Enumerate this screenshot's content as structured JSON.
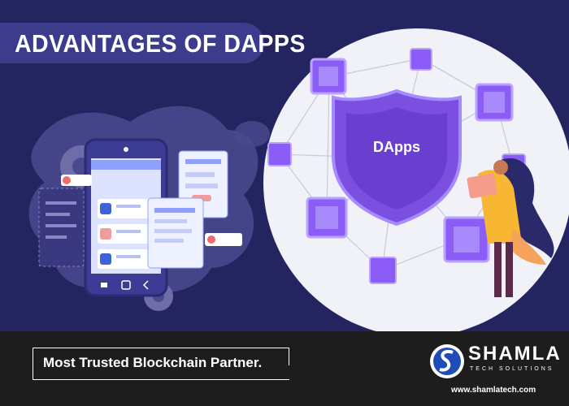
{
  "title": "ADVANTAGES OF DAPPS",
  "hub_label": "DApps",
  "tagline": "Most Trusted Blockchain Partner.",
  "brand": {
    "name": "SHAMLA",
    "subtitle": "TECH SOLUTIONS",
    "url": "www.shamlatech.com"
  },
  "colors": {
    "background": "#242461",
    "banner": "#3c3b8c",
    "footer": "#1d1d1d",
    "shield": "#7b4fe0",
    "block": "#8b5cf6",
    "accent_orange": "#f7b733"
  },
  "icons": [
    "shield-icon",
    "phone-icon",
    "gear-icon",
    "check-icon",
    "logo-icon"
  ]
}
